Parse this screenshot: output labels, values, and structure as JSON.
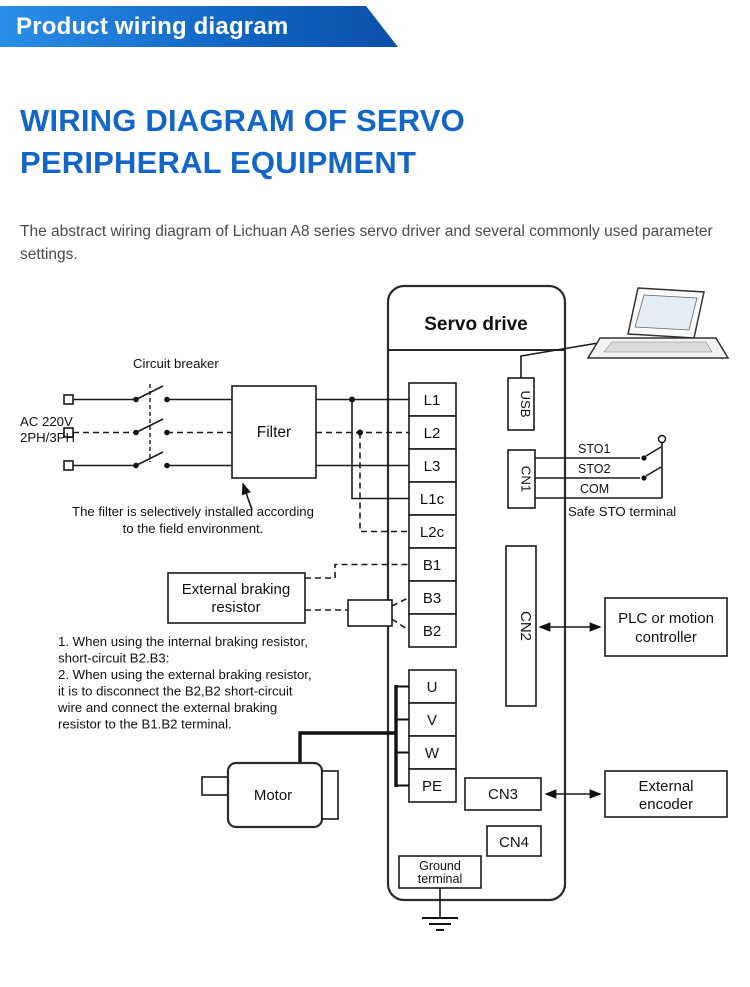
{
  "banner": {
    "title": "Product wiring diagram"
  },
  "heading": {
    "line1": "WIRING DIAGRAM OF SERVO",
    "line2": "PERIPHERAL EQUIPMENT"
  },
  "intro": "The abstract wiring diagram of Lichuan A8 series servo driver and several commonly used parameter settings.",
  "diagram": {
    "servo_drive_title": "Servo drive",
    "terminals_power": [
      "L1",
      "L2",
      "L3",
      "L1c",
      "L2c",
      "B1",
      "B3",
      "B2"
    ],
    "terminals_motor": [
      "U",
      "V",
      "W",
      "PE"
    ],
    "connectors": {
      "usb": "USB",
      "cn1": "CN1",
      "cn2": "CN2",
      "cn3": "CN3",
      "cn4": "CN4"
    },
    "labels": {
      "ac_input_line1": "AC 220V",
      "ac_input_line2": "2PH/3PH",
      "circuit_breaker": "Circuit breaker",
      "filter": "Filter",
      "filter_note_line1": "The filter is selectively installed according",
      "filter_note_line2": "to the field environment.",
      "ext_brake_line1": "External braking",
      "ext_brake_line2": "resistor",
      "motor": "Motor",
      "sto1": "STO1",
      "sto2": "STO2",
      "com": "COM",
      "safe_sto": "Safe STO terminal",
      "plc_line1": "PLC or motion",
      "plc_line2": "controller",
      "encoder_line1": "External",
      "encoder_line2": "encoder",
      "ground_line1": "Ground",
      "ground_line2": "terminal"
    },
    "notes": [
      "1. When using the internal braking resistor,",
      "short-circuit B2.B3:",
      "2. When using the external braking resistor,",
      "it is to disconnect the B2,B2 short-circuit",
      "wire and connect the external braking",
      "resistor to the B1.B2 terminal."
    ]
  },
  "colors": {
    "banner_start": "#2a8fe8",
    "banner_end": "#0a4fa8",
    "heading_blue": "#1266c9",
    "line": "#1a1a1a"
  }
}
